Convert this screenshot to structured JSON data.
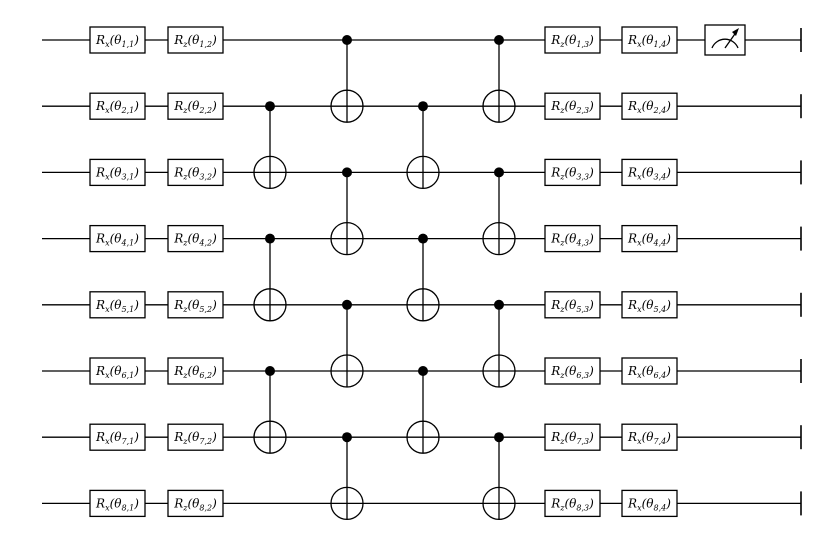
{
  "circuit": {
    "num_qubits": 8,
    "gate_columns": [
      {
        "gate": "R",
        "axis": "x",
        "param": "θ",
        "column_index": 1
      },
      {
        "gate": "R",
        "axis": "z",
        "param": "θ",
        "column_index": 2
      },
      {
        "gate": "CNOT layer",
        "pairs": [
          [
            2,
            3
          ],
          [
            4,
            5
          ],
          [
            6,
            7
          ]
        ]
      },
      {
        "gate": "CNOT layer",
        "pairs": [
          [
            1,
            2
          ],
          [
            3,
            4
          ],
          [
            5,
            6
          ],
          [
            7,
            8
          ]
        ]
      },
      {
        "gate": "CNOT layer",
        "pairs": [
          [
            2,
            3
          ],
          [
            4,
            5
          ],
          [
            6,
            7
          ]
        ]
      },
      {
        "gate": "CNOT layer",
        "pairs": [
          [
            1,
            2
          ],
          [
            3,
            4
          ],
          [
            5,
            6
          ],
          [
            7,
            8
          ]
        ]
      },
      {
        "gate": "R",
        "axis": "z",
        "param": "θ",
        "column_index": 3
      },
      {
        "gate": "R",
        "axis": "x",
        "param": "θ",
        "column_index": 4
      },
      {
        "gate": "measure",
        "qubits": [
          1
        ]
      }
    ],
    "icons": {
      "measurement": "meter-icon",
      "control": "control-dot-icon",
      "target": "cnot-target-icon"
    }
  }
}
